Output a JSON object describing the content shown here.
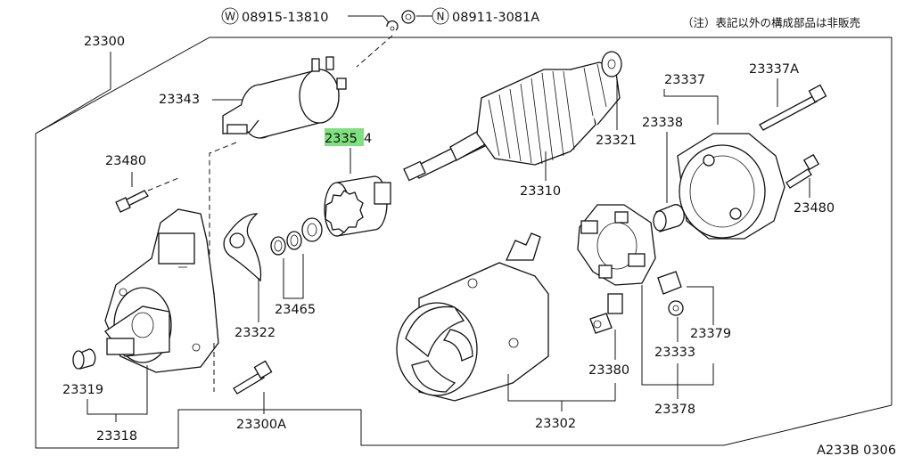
{
  "note": "（注）表記以外の構成部品は非販売",
  "diagram_code": "A233B 0306",
  "fasteners": {
    "washer": {
      "badge": "W",
      "part": "08915-13810"
    },
    "nut": {
      "badge": "N",
      "part": "08911-3081A"
    }
  },
  "parts": {
    "p23300": "23300",
    "p23343": "23343",
    "p23480a": "23480",
    "p23354": "2335",
    "p23354_suffix": "4",
    "p23310": "23310",
    "p23321": "23321",
    "p23337": "23337",
    "p23337a": "23337A",
    "p23338": "23338",
    "p23480b": "23480",
    "p23322": "23322",
    "p23465": "23465",
    "p23319": "23319",
    "p23318": "23318",
    "p23300a": "23300A",
    "p23302": "23302",
    "p23380": "23380",
    "p23379": "23379",
    "p23333": "23333",
    "p23378": "23378"
  },
  "colors": {
    "highlight": "#7ee07e",
    "ink": "#111111"
  }
}
